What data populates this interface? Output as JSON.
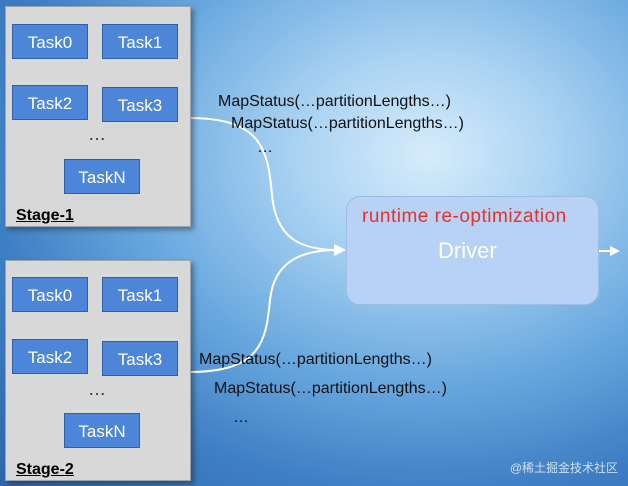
{
  "stage1": {
    "label": "Stage-1",
    "tasks": [
      "Task0",
      "Task1",
      "Task2",
      "Task3",
      "TaskN"
    ],
    "ellipsis": "…",
    "map_status": [
      "MapStatus(…partitionLengths…)",
      "MapStatus(…partitionLengths…)"
    ],
    "more": "…"
  },
  "stage2": {
    "label": "Stage-2",
    "tasks": [
      "Task0",
      "Task1",
      "Task2",
      "Task3",
      "TaskN"
    ],
    "ellipsis": "…",
    "map_status": [
      "MapStatus(…partitionLengths…)",
      "MapStatus(…partitionLengths…)"
    ],
    "more": "…"
  },
  "driver": {
    "annotation": "runtime re-optimization",
    "label": "Driver"
  },
  "watermark": "@稀土掘金技术社区",
  "colors": {
    "task_fill": "#4d86d8",
    "driver_fill": "#b7d2f4",
    "annotation": "#e8312a"
  }
}
